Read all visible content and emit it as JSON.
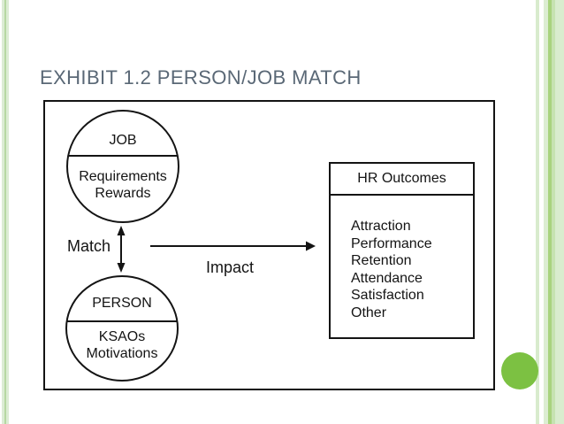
{
  "slide_title": {
    "text": "EXHIBIT 1.2 PERSON/JOB MATCH",
    "color": "#5a6876"
  },
  "diagram": {
    "job_circle": {
      "title": "JOB",
      "line1": "Requirements",
      "line2": "Rewards"
    },
    "person_circle": {
      "title": "PERSON",
      "line1": "KSAOs",
      "line2": "Motivations"
    },
    "match_arrow_label": "Match",
    "impact_arrow_label": "Impact",
    "hr_outcomes_box": {
      "header": "HR Outcomes",
      "items": [
        "Attraction",
        "Performance",
        "Retention",
        "Attendance",
        "Satisfaction",
        "Other"
      ]
    }
  },
  "decor": {
    "accent_circle_color": "#7cc142",
    "edge_stripe_light_green": "#dcecd4",
    "edge_stripe_medium_green": "#a8d37e",
    "line_color": "#141414",
    "title_color": "#5a6876"
  }
}
